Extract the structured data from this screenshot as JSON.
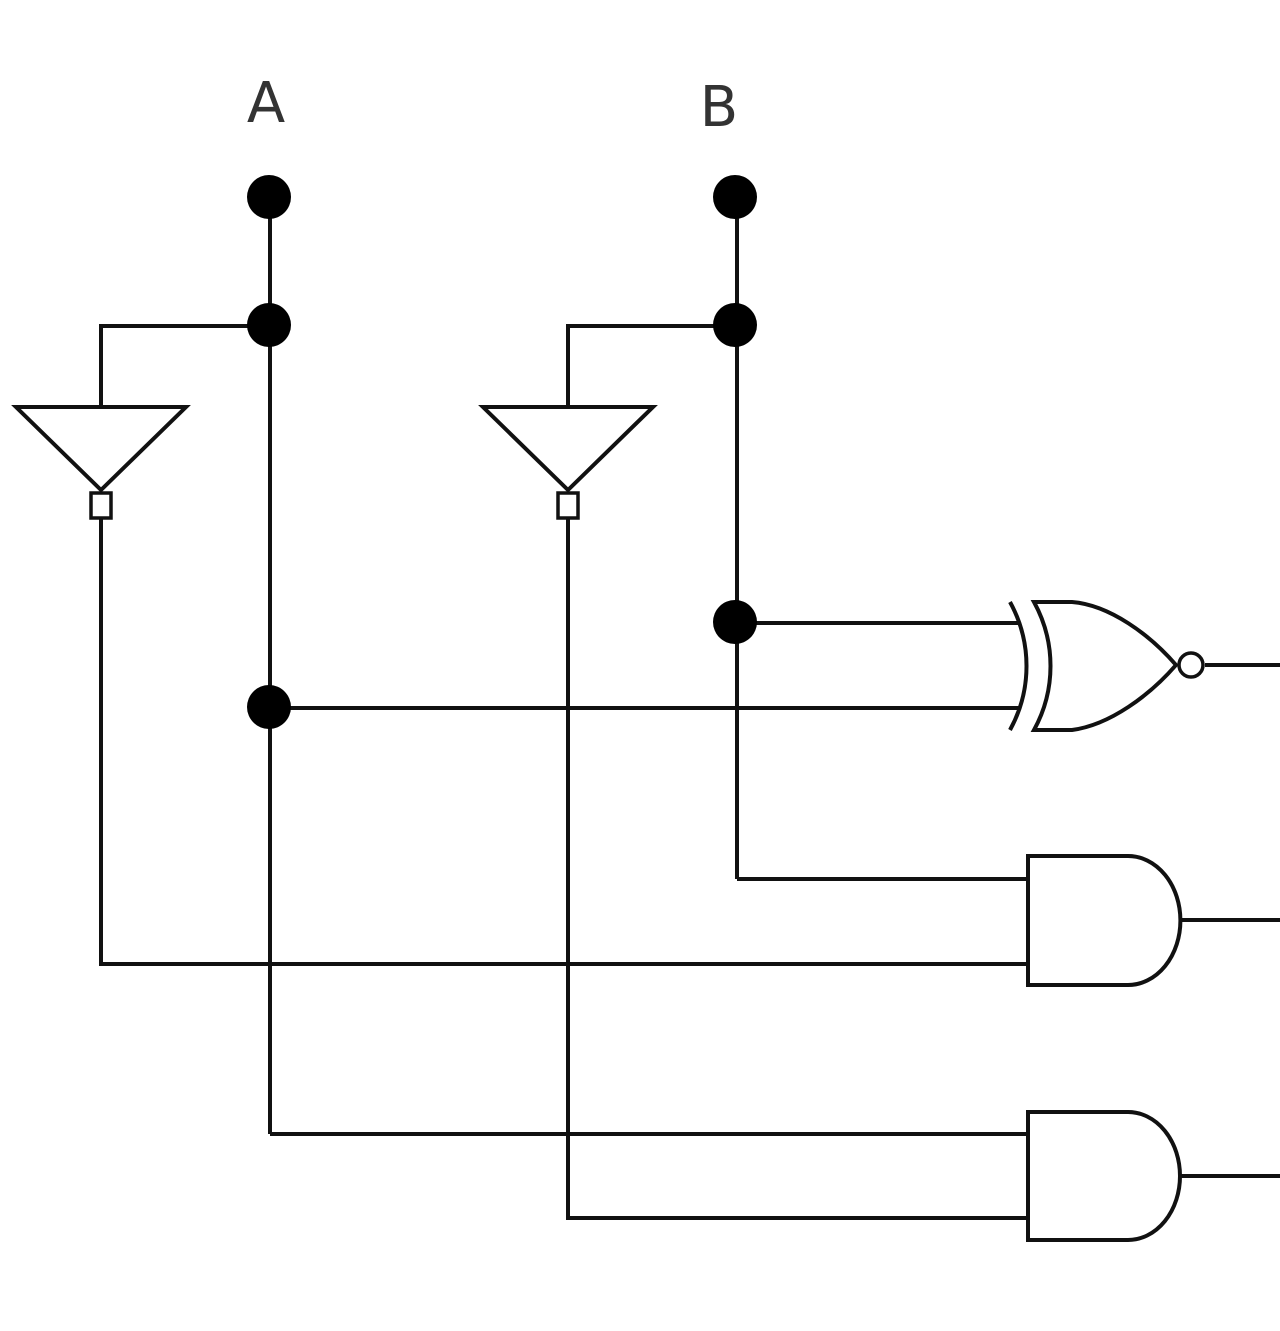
{
  "circuit": {
    "inputs": {
      "a_label": "A",
      "b_label": "B"
    },
    "components": {
      "not_gates": 2,
      "xnor_gates": 1,
      "and_gates": 2
    },
    "colors": {
      "wire": "#111111",
      "junction": "#000000",
      "background": "#ffffff",
      "label": "#333333"
    }
  }
}
